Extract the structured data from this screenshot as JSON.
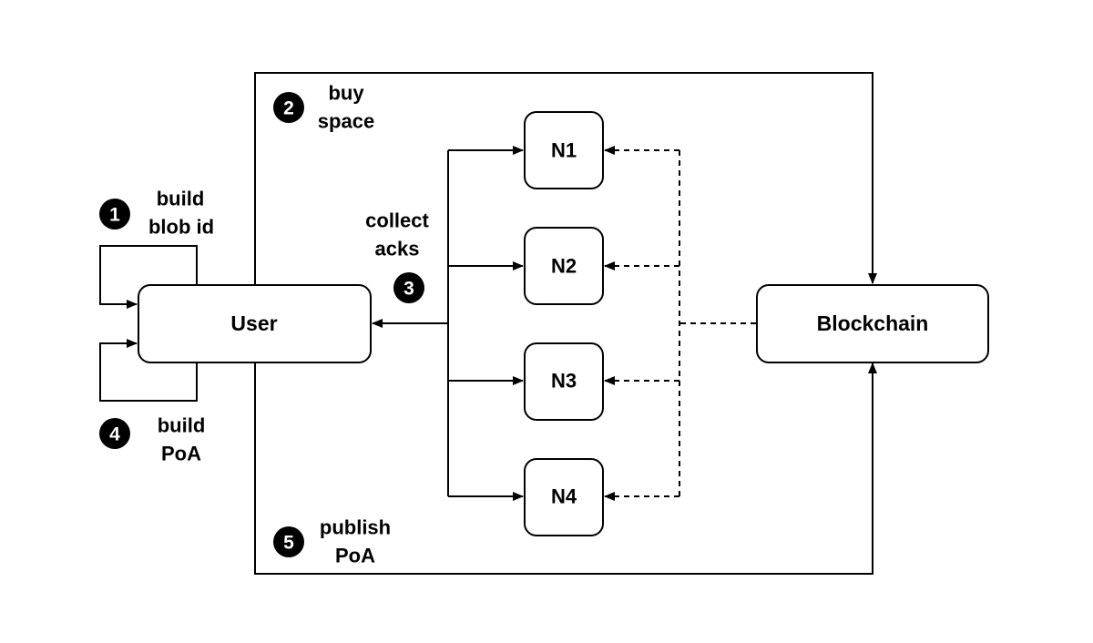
{
  "entities": {
    "user": "User",
    "blockchain": "Blockchain",
    "nodes": [
      "N1",
      "N2",
      "N3",
      "N4"
    ]
  },
  "steps": [
    {
      "number": "1",
      "lines": [
        "build",
        "blob id"
      ]
    },
    {
      "number": "2",
      "lines": [
        "buy",
        "space"
      ]
    },
    {
      "number": "3",
      "lines": [
        "collect",
        "acks"
      ]
    },
    {
      "number": "4",
      "lines": [
        "build",
        "PoA"
      ]
    },
    {
      "number": "5",
      "lines": [
        "publish",
        "PoA"
      ]
    }
  ]
}
